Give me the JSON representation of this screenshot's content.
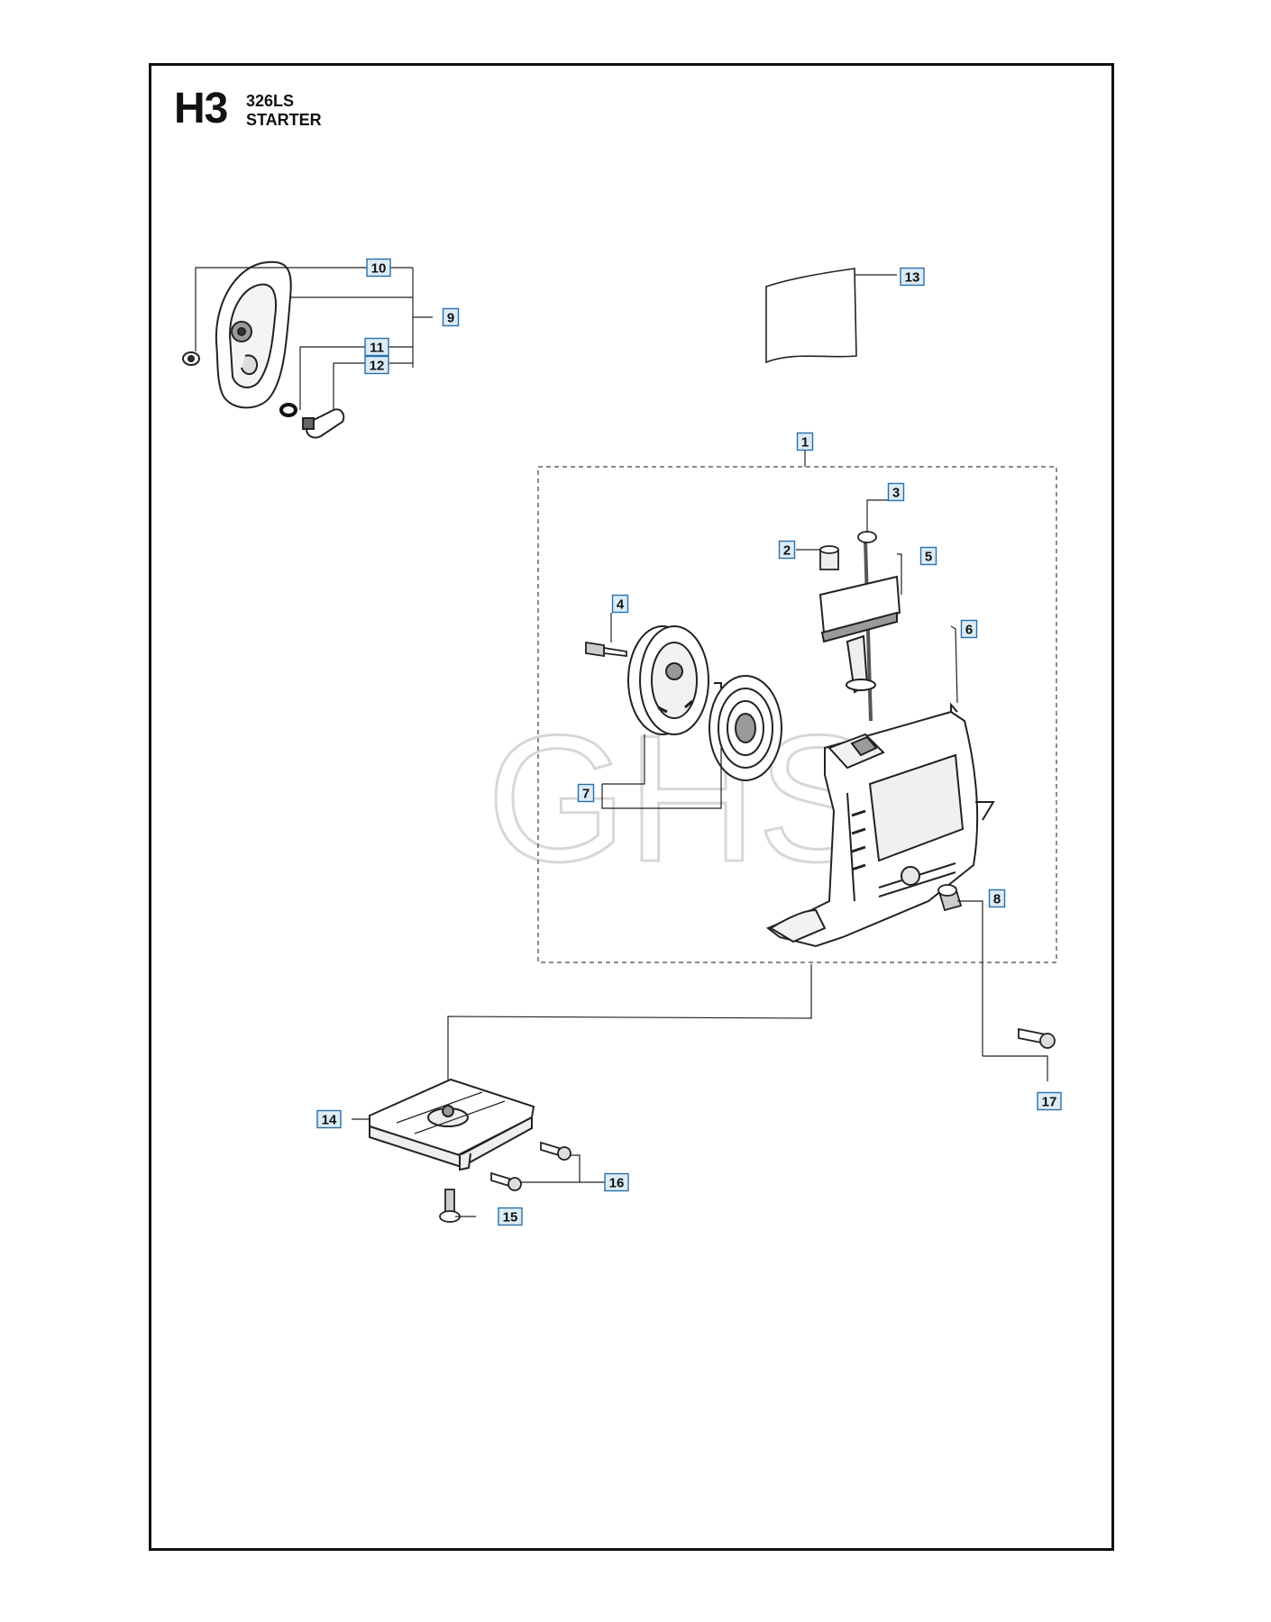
{
  "header": {
    "page_code": "H3",
    "model": "326LS",
    "section": "STARTER"
  },
  "watermark": "GHS",
  "colors": {
    "callout_fill": "#dcecf6",
    "callout_border": "#2a6fa8",
    "line": "#222222",
    "part": "#333333",
    "part_shade": "#9a9a9a"
  },
  "callouts": [
    "1",
    "2",
    "3",
    "4",
    "5",
    "6",
    "7",
    "8",
    "9",
    "10",
    "11",
    "12",
    "13",
    "14",
    "15",
    "16",
    "17"
  ]
}
